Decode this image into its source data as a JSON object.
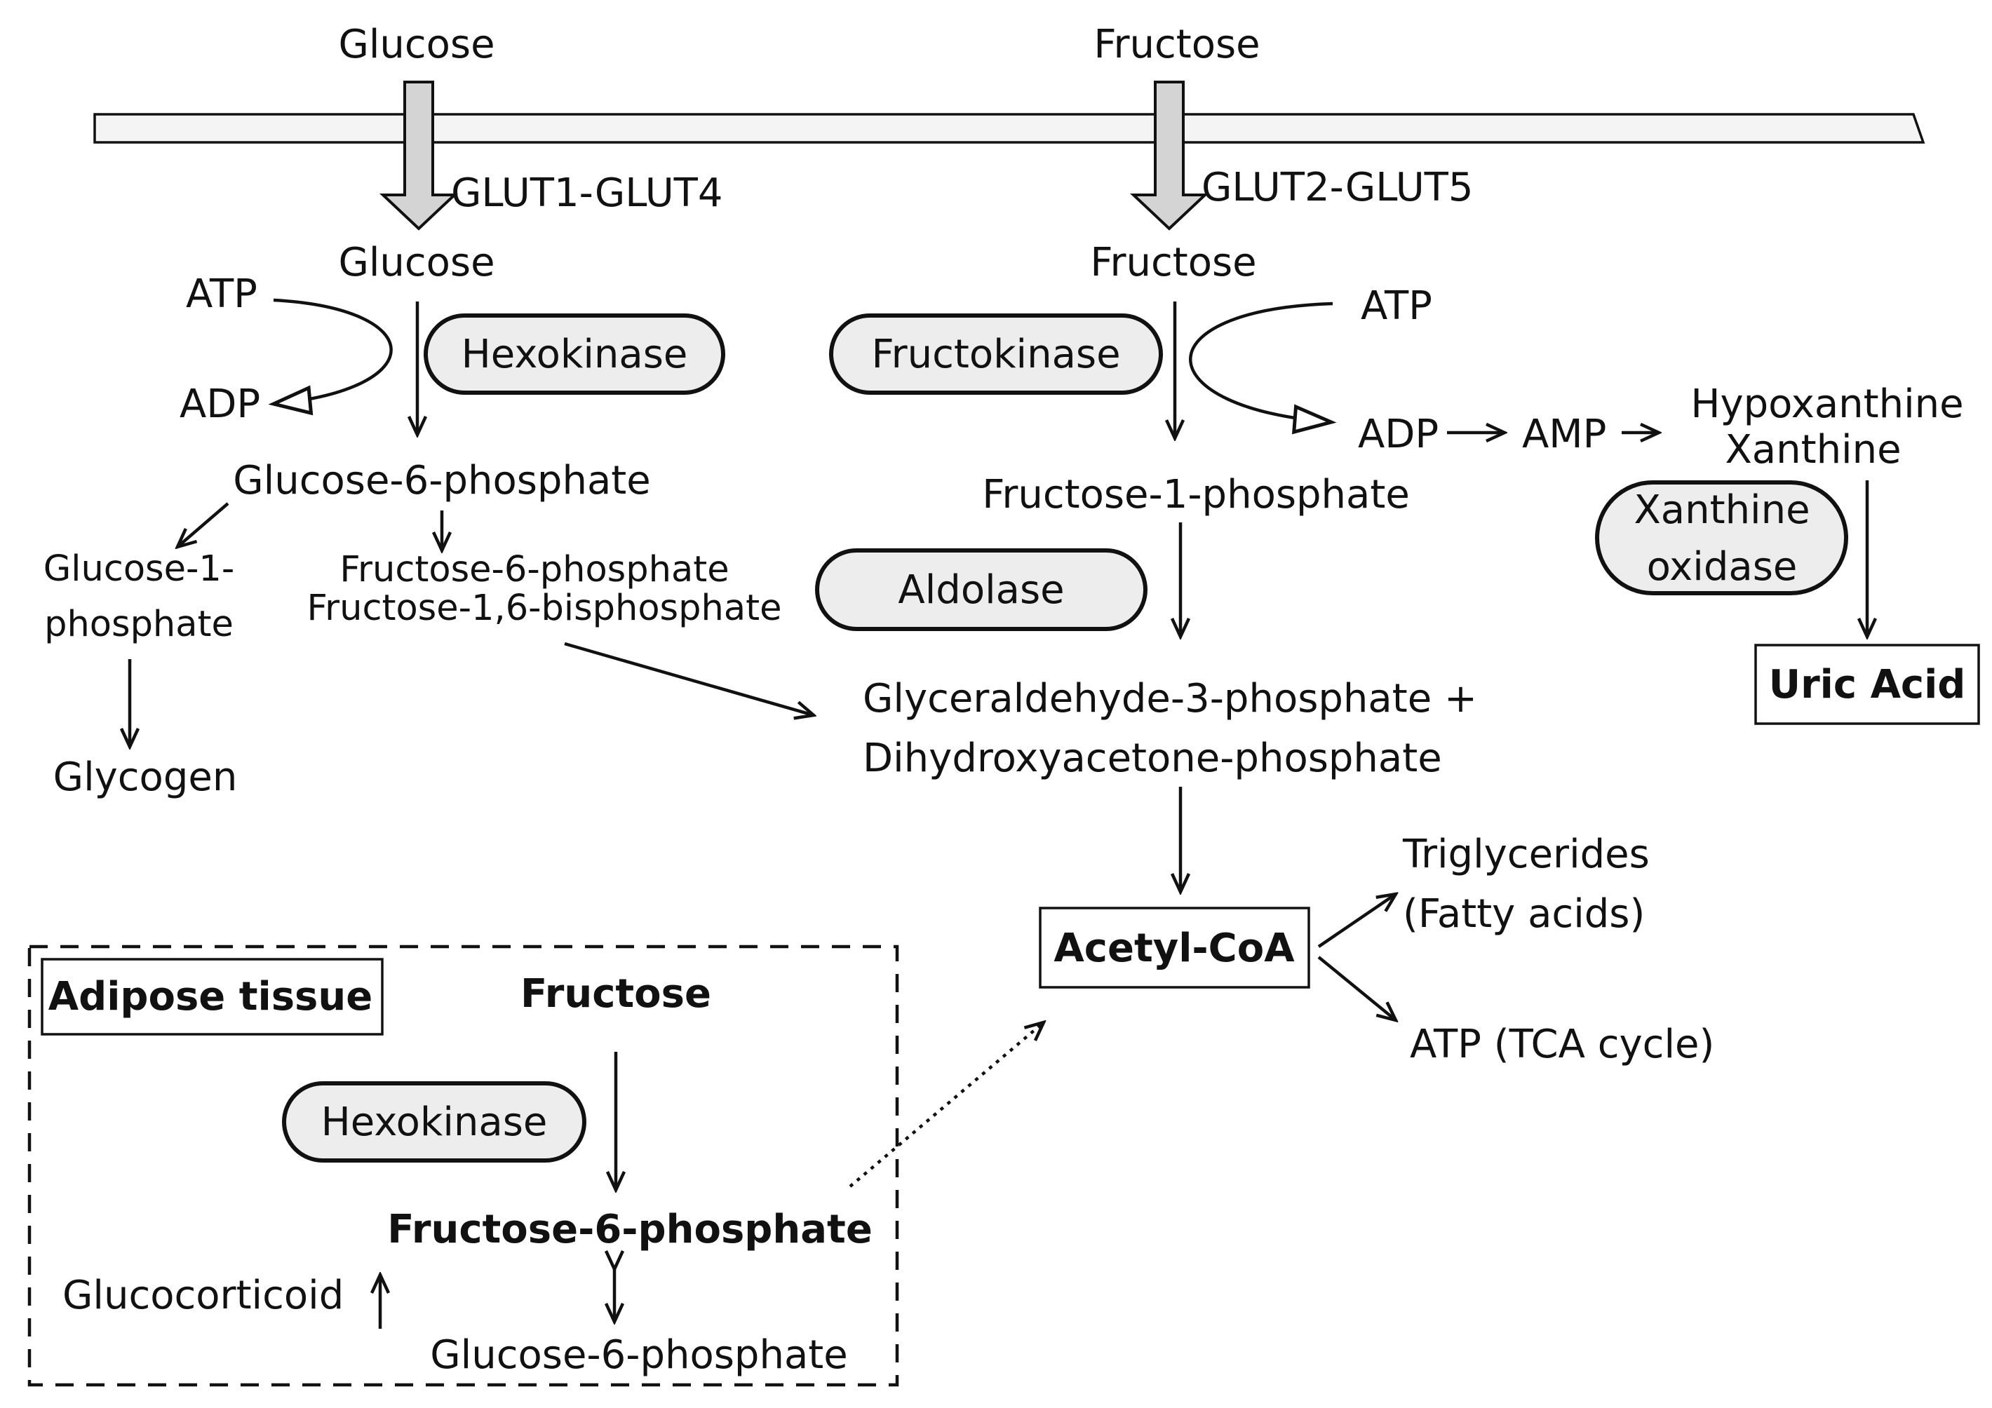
{
  "transport": {
    "glucose_outside": "Glucose",
    "fructose_outside": "Fructose",
    "glut_glucose": "GLUT1-GLUT4",
    "glut_fructose": "GLUT2-GLUT5"
  },
  "glucose_path": {
    "glucose": "Glucose",
    "atp": "ATP",
    "adp": "ADP",
    "enzyme": "Hexokinase",
    "g6p": "Glucose-6-phosphate",
    "g1p_line1": "Glucose-1-",
    "g1p_line2": "phosphate",
    "glycogen": "Glycogen",
    "f6p": "Fructose-6-phosphate",
    "f16bp": "Fructose-1,6-bisphosphate"
  },
  "fructose_path": {
    "fructose": "Fructose",
    "atp": "ATP",
    "adp": "ADP",
    "amp": "AMP",
    "enzyme": "Fructokinase",
    "f1p": "Fructose-1-phosphate",
    "aldolase": "Aldolase",
    "g3p": "Glyceraldehyde-3-phosphate +",
    "dhap": "Dihydroxyacetone-phosphate",
    "acetyl_coa": "Acetyl-CoA",
    "triglycerides": "Triglycerides",
    "fatty_acids": "(Fatty acids)",
    "atp_tca": "ATP (TCA cycle)"
  },
  "uric_path": {
    "hypoxanthine": "Hypoxanthine",
    "xanthine": "Xanthine",
    "enzyme_line1": "Xanthine",
    "enzyme_line2": "oxidase",
    "uric_acid": "Uric Acid"
  },
  "adipose": {
    "title": "Adipose tissue",
    "fructose": "Fructose",
    "enzyme": "Hexokinase",
    "f6p": "Fructose-6-phosphate",
    "g6p": "Glucose-6-phosphate",
    "glucocorticoid": "Glucocorticoid"
  }
}
